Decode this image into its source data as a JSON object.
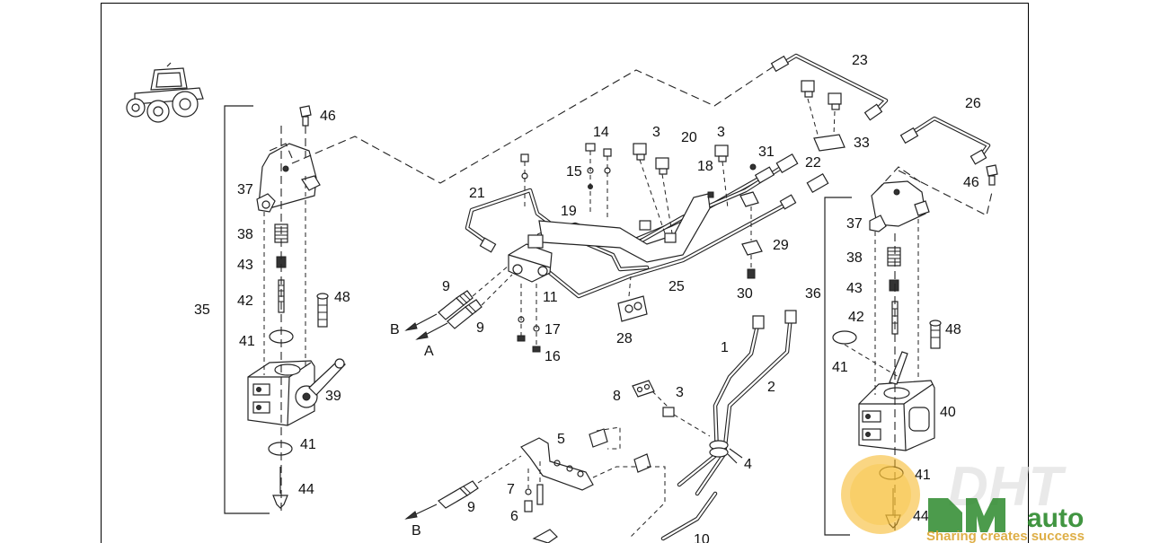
{
  "diagram": {
    "callouts": [
      {
        "id": "c46a",
        "text": "46"
      },
      {
        "id": "c37a",
        "text": "37"
      },
      {
        "id": "c38a",
        "text": "38"
      },
      {
        "id": "c43a",
        "text": "43"
      },
      {
        "id": "c42a",
        "text": "42"
      },
      {
        "id": "c48a",
        "text": "48"
      },
      {
        "id": "c35",
        "text": "35"
      },
      {
        "id": "c41a",
        "text": "41"
      },
      {
        "id": "c39",
        "text": "39"
      },
      {
        "id": "c41b",
        "text": "41"
      },
      {
        "id": "c44a",
        "text": "44"
      },
      {
        "id": "c23",
        "text": "23"
      },
      {
        "id": "c26",
        "text": "26"
      },
      {
        "id": "c14",
        "text": "14"
      },
      {
        "id": "c3a",
        "text": "3"
      },
      {
        "id": "c20",
        "text": "20"
      },
      {
        "id": "c3b",
        "text": "3"
      },
      {
        "id": "c33",
        "text": "33"
      },
      {
        "id": "c18",
        "text": "18"
      },
      {
        "id": "c31",
        "text": "31"
      },
      {
        "id": "c22",
        "text": "22"
      },
      {
        "id": "c15",
        "text": "15"
      },
      {
        "id": "c21",
        "text": "21"
      },
      {
        "id": "c19",
        "text": "19"
      },
      {
        "id": "c29",
        "text": "29"
      },
      {
        "id": "c9a",
        "text": "9"
      },
      {
        "id": "c11",
        "text": "11"
      },
      {
        "id": "c25",
        "text": "25"
      },
      {
        "id": "c30",
        "text": "30"
      },
      {
        "id": "cB1",
        "text": "B"
      },
      {
        "id": "c9b",
        "text": "9"
      },
      {
        "id": "c17",
        "text": "17"
      },
      {
        "id": "cA",
        "text": "A"
      },
      {
        "id": "c16",
        "text": "16"
      },
      {
        "id": "c28",
        "text": "28"
      },
      {
        "id": "c46b",
        "text": "46"
      },
      {
        "id": "c36",
        "text": "36"
      },
      {
        "id": "c37b",
        "text": "37"
      },
      {
        "id": "c38b",
        "text": "38"
      },
      {
        "id": "c43b",
        "text": "43"
      },
      {
        "id": "c42b",
        "text": "42"
      },
      {
        "id": "c48b",
        "text": "48"
      },
      {
        "id": "c41c",
        "text": "41"
      },
      {
        "id": "c40",
        "text": "40"
      },
      {
        "id": "c41d",
        "text": "41"
      },
      {
        "id": "c44b",
        "text": "44"
      },
      {
        "id": "c1",
        "text": "1"
      },
      {
        "id": "c2",
        "text": "2"
      },
      {
        "id": "c8",
        "text": "8"
      },
      {
        "id": "c3c",
        "text": "3"
      },
      {
        "id": "c5",
        "text": "5"
      },
      {
        "id": "c4",
        "text": "4"
      },
      {
        "id": "c7",
        "text": "7"
      },
      {
        "id": "c6",
        "text": "6"
      },
      {
        "id": "c9c",
        "text": "9"
      },
      {
        "id": "cB2",
        "text": "B"
      },
      {
        "id": "c10",
        "text": "10"
      }
    ]
  },
  "watermark": {
    "logo_main": "DHT",
    "logo_sub": "auto",
    "tagline": "Sharing creates success"
  }
}
